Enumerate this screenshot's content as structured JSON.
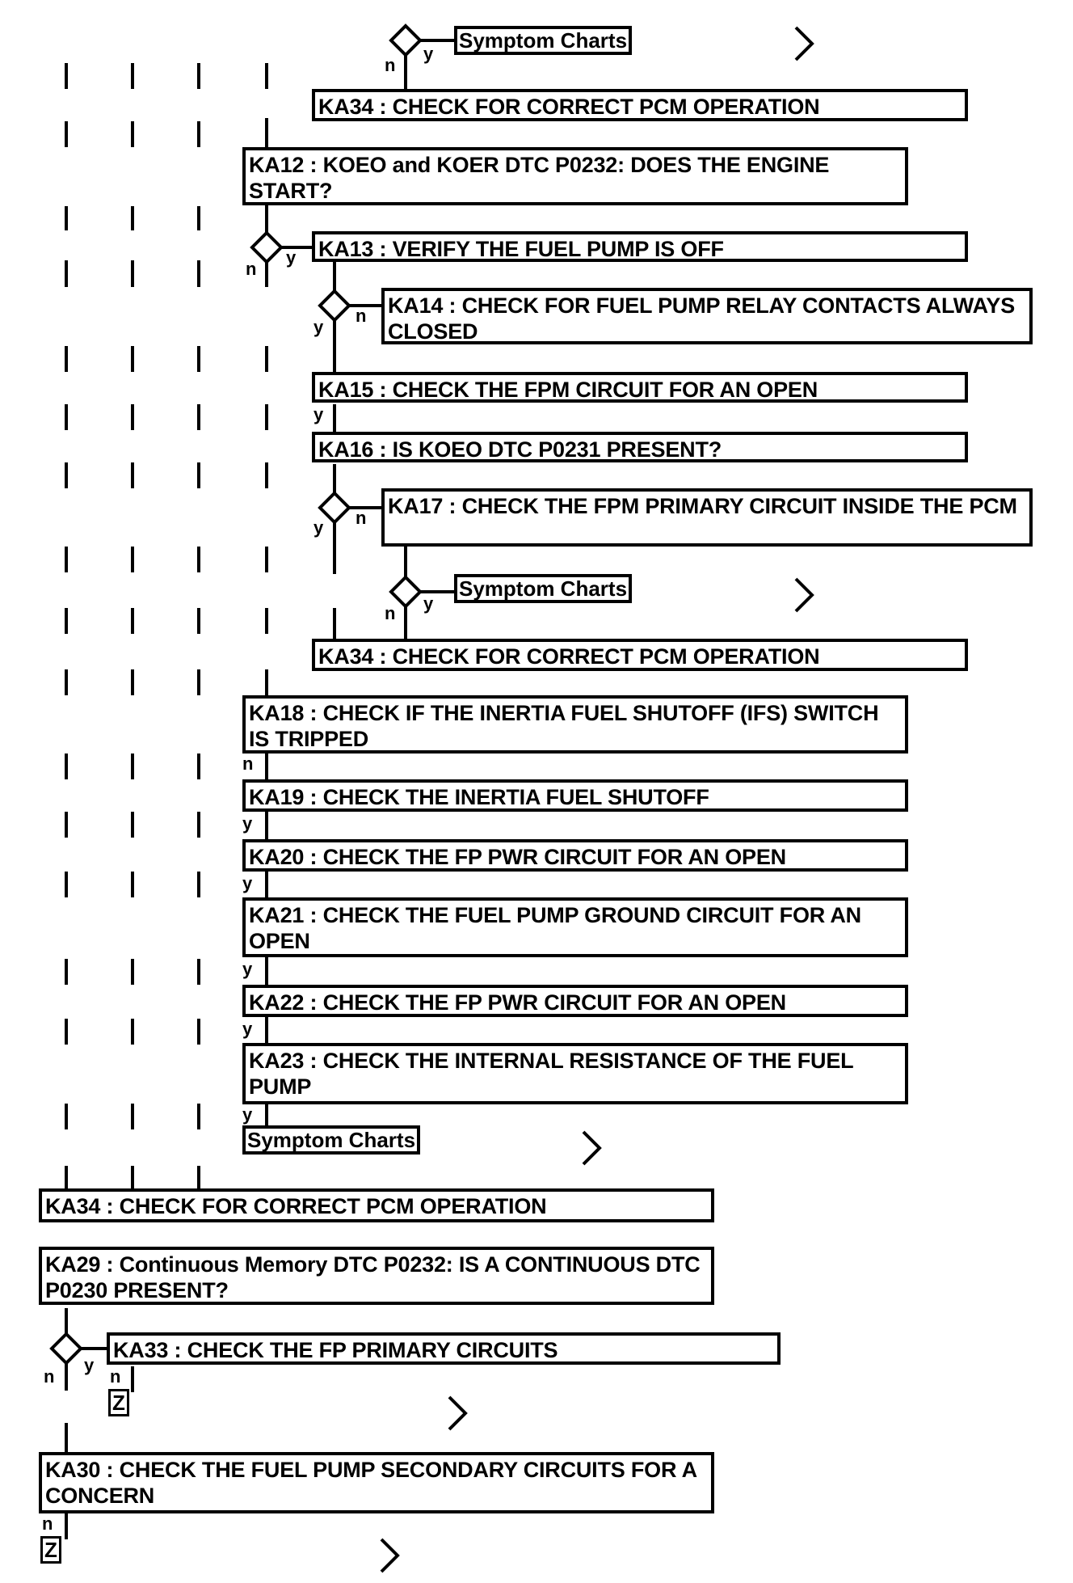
{
  "nodes": {
    "ka34_a": "KA34 : CHECK FOR CORRECT PCM OPERATION",
    "ka12": "KA12 : KOEO and KOER DTC P0232: DOES THE ENGINE START?",
    "ka13": "KA13 : VERIFY THE FUEL PUMP IS OFF",
    "ka14": "KA14 : CHECK FOR FUEL PUMP RELAY CONTACTS ALWAYS CLOSED",
    "ka15": "KA15 : CHECK THE FPM CIRCUIT FOR AN OPEN",
    "ka16": "KA16 : IS KOEO DTC P0231 PRESENT?",
    "ka17": "KA17 : CHECK THE FPM PRIMARY CIRCUIT INSIDE THE PCM",
    "ka34_b": "KA34 : CHECK FOR CORRECT PCM OPERATION",
    "ka18": "KA18 : CHECK IF THE INERTIA FUEL SHUTOFF (IFS) SWITCH IS TRIPPED",
    "ka19": "KA19 : CHECK THE INERTIA FUEL SHUTOFF",
    "ka20": "KA20 : CHECK THE FP PWR CIRCUIT FOR AN OPEN",
    "ka21": "KA21 : CHECK THE FUEL PUMP GROUND CIRCUIT FOR AN OPEN",
    "ka22": "KA22 : CHECK THE FP PWR CIRCUIT FOR AN OPEN",
    "ka23": "KA23 : CHECK THE INTERNAL RESISTANCE OF THE FUEL PUMP",
    "ka34_c": "KA34 : CHECK FOR CORRECT PCM OPERATION",
    "ka29": "KA29 : Continuous Memory DTC P0232: IS A CONTINUOUS DTC P0230 PRESENT?",
    "ka33": "KA33 : CHECK THE FP PRIMARY CIRCUITS",
    "ka30": "KA30 : CHECK THE FUEL PUMP SECONDARY CIRCUITS FOR A CONCERN"
  },
  "symptom_charts": [
    "Symptom Charts",
    "Symptom Charts",
    "Symptom Charts"
  ],
  "labels": {
    "yes": "y",
    "no": "n",
    "connector": "Z"
  }
}
